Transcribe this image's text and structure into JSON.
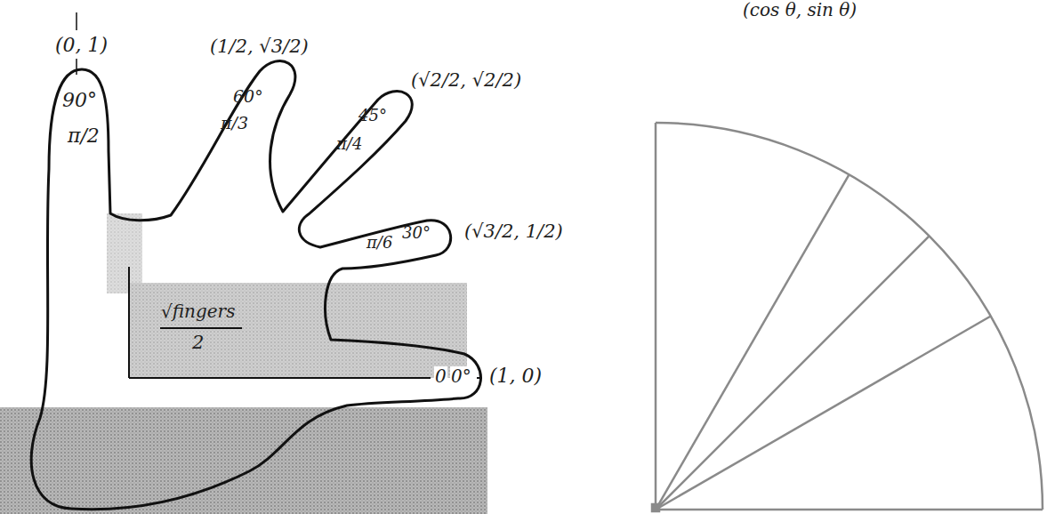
{
  "diagram": {
    "labels": [
      "(cos θ, sin θ)",
      "(0, 1)",
      "90°",
      "π/2",
      "(1/2, √3/2)",
      "60°",
      "π/3",
      "(√2/2, √2/2)",
      "45°",
      "π/4",
      "(√3/2, 1/2)",
      "π/6",
      "30°",
      "√fingers",
      "2",
      "(1, 0)",
      "0",
      "0°"
    ]
  }
}
